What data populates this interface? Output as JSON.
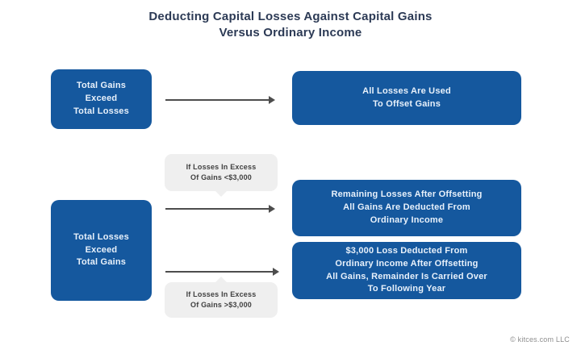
{
  "title": {
    "text": "Deducting Capital Losses Against Capital Gains\nVersus Ordinary Income"
  },
  "flow": {
    "row1": {
      "source": "Total Gains\nExceed\nTotal Losses",
      "result": "All Losses Are Used\nTo Offset Gains"
    },
    "row2": {
      "source": "Total Losses\nExceed\nTotal Gains",
      "branch1": {
        "condition": "If Losses In Excess\nOf Gains <$3,000",
        "result": "Remaining Losses After Offsetting\nAll Gains Are Deducted From\nOrdinary Income"
      },
      "branch2": {
        "condition": "If Losses In Excess\nOf Gains >$3,000",
        "result": "$3,000 Loss Deducted From\nOrdinary Income After Offsetting\nAll Gains, Remainder Is Carried Over\nTo Following Year"
      }
    }
  },
  "footer": {
    "copyright": "© kitces.com LLC"
  },
  "colors": {
    "box_blue": "#15589E",
    "title_navy": "#2C3A55",
    "box_text": "#E8F1FB",
    "callout_bg": "#EFEFEF",
    "callout_text": "#404040",
    "arrow_gray": "#4D4D4D",
    "footer_gray": "#8E8E8E"
  }
}
